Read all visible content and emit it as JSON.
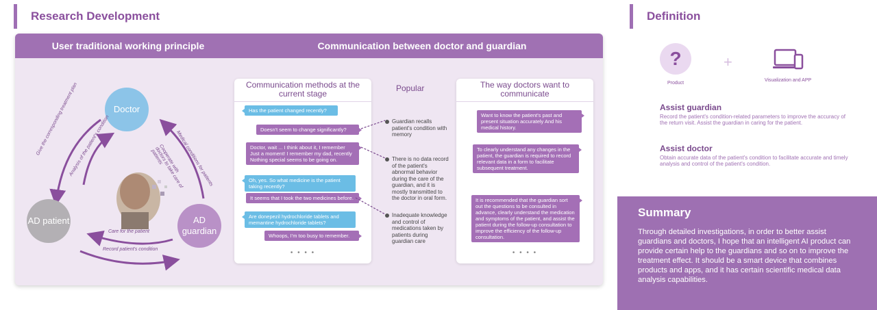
{
  "headers": {
    "research": "Research Development",
    "definition": "Definition"
  },
  "panel": {
    "left_header": "User traditional working principle",
    "right_header": "Communication between doctor and guardian"
  },
  "cycle": {
    "doctor": "Doctor",
    "patient": "AD patient",
    "guardian": "AD guardian",
    "labels": {
      "give_plan": "Give the corresponding treatment plan",
      "analysis": "Analysis of the patient's condition",
      "medical_conditions": "Medical conditions for patients",
      "cooperate": "Cooperate with doctors to take care of patients",
      "care": "Care for the patient",
      "record": "Record patient's condition"
    }
  },
  "methods_card": {
    "title": "Communication methods at the current stage",
    "bubbles": [
      "Has the patient changed recently?",
      "Doesn't seem to change significantly?",
      "Doctor, wait ... I think about it, I remember Just a moment! I remember my dad, recently Nothing special seems to be going on.",
      "Oh, yes. So what medicine is the patient taking recently?",
      "It seems that I took the two medicines before.",
      "Are donepezil hydrochloride tablets and memantine hydrochloride tablets?",
      "Whoops, I'm too busy to remember."
    ],
    "dots": "• • • •"
  },
  "popular": {
    "title": "Popular",
    "items": [
      "Guardian recalls patient's condition with memory",
      "There is no data record of the patient's abnormal behavior during the care of the guardian, and it is mostly transmitted to the doctor in oral form.",
      "Inadequate knowledge and control of medications taken by patients during guardian care"
    ]
  },
  "way_card": {
    "title": "The way doctors want to communicate",
    "bubbles": [
      "Want to know the patient's past and present situation accurately And his medical history.",
      "To clearly understand any changes in the patient, the guardian is required to record relevant data in a form to facilitate subsequent treatment.",
      "It is recommended that the guardian sort out the questions to be consulted in advance, clearly understand the medication and symptoms of the patient, and assist the patient during the follow-up consultation to improve the efficiency of the follow-up consultation."
    ],
    "dots": "• • • •"
  },
  "definition": {
    "product_label": "Product",
    "plus": "+",
    "app_label": "Visualization and APP",
    "assist_guardian_title": "Assist guardian",
    "assist_guardian_text": "Record the patient's condition-related parameters to improve the accuracy of the return visit. Assist the guardian in caring for the patient.",
    "assist_doctor_title": "Assist doctor",
    "assist_doctor_text": "Obtain accurate data of the patient's condition to facilitate accurate and timely analysis and control of the patient's condition."
  },
  "summary": {
    "title": "Summary",
    "body": "Through detailed investigations, in order to better assist guardians and doctors, I hope that an intelligent AI product can provide certain help to the guardians and so on to improve the treatment effect. It should be a smart device that combines products and apps, and it has certain scientific medical data analysis capabilities."
  }
}
